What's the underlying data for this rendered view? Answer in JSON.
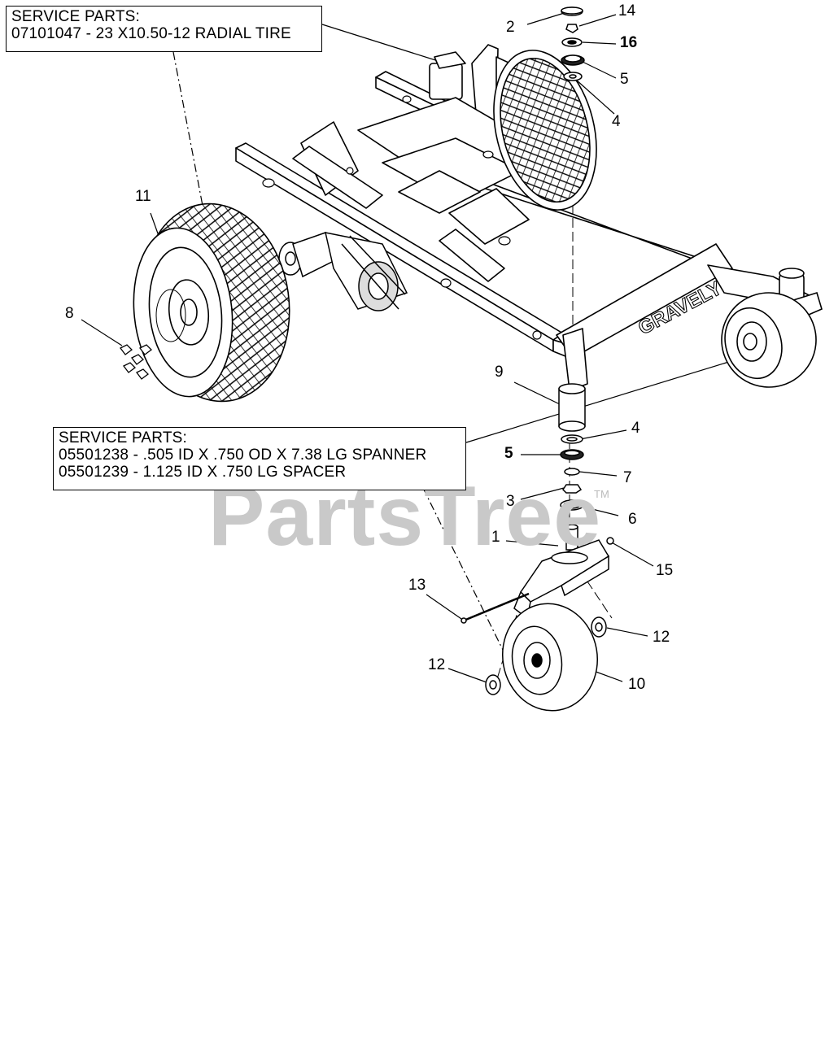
{
  "callouts": {
    "top": {
      "heading": "SERVICE PARTS:",
      "lines": [
        "07101047 - 23 X10.50-12 RADIAL TIRE"
      ]
    },
    "middle": {
      "heading": "SERVICE PARTS:",
      "lines": [
        "05501238 - .505 ID X .750 OD X 7.38 LG SPANNER",
        "05501239 - 1.125 ID X .750 LG SPACER"
      ]
    }
  },
  "part_numbers": {
    "n2": "2",
    "n14": "14",
    "n16": "16",
    "n5_top": "5",
    "n4_top": "4",
    "n11": "11",
    "n8": "8",
    "n9": "9",
    "n4_mid": "4",
    "n5_mid": "5",
    "n7": "7",
    "n3": "3",
    "n6": "6",
    "n1": "1",
    "n15": "15",
    "n13": "13",
    "n12_right": "12",
    "n12_left": "12",
    "n10": "10"
  },
  "brand_decal": "GRAVELY",
  "watermark": {
    "text": "PartsTree",
    "tm": "TM"
  }
}
